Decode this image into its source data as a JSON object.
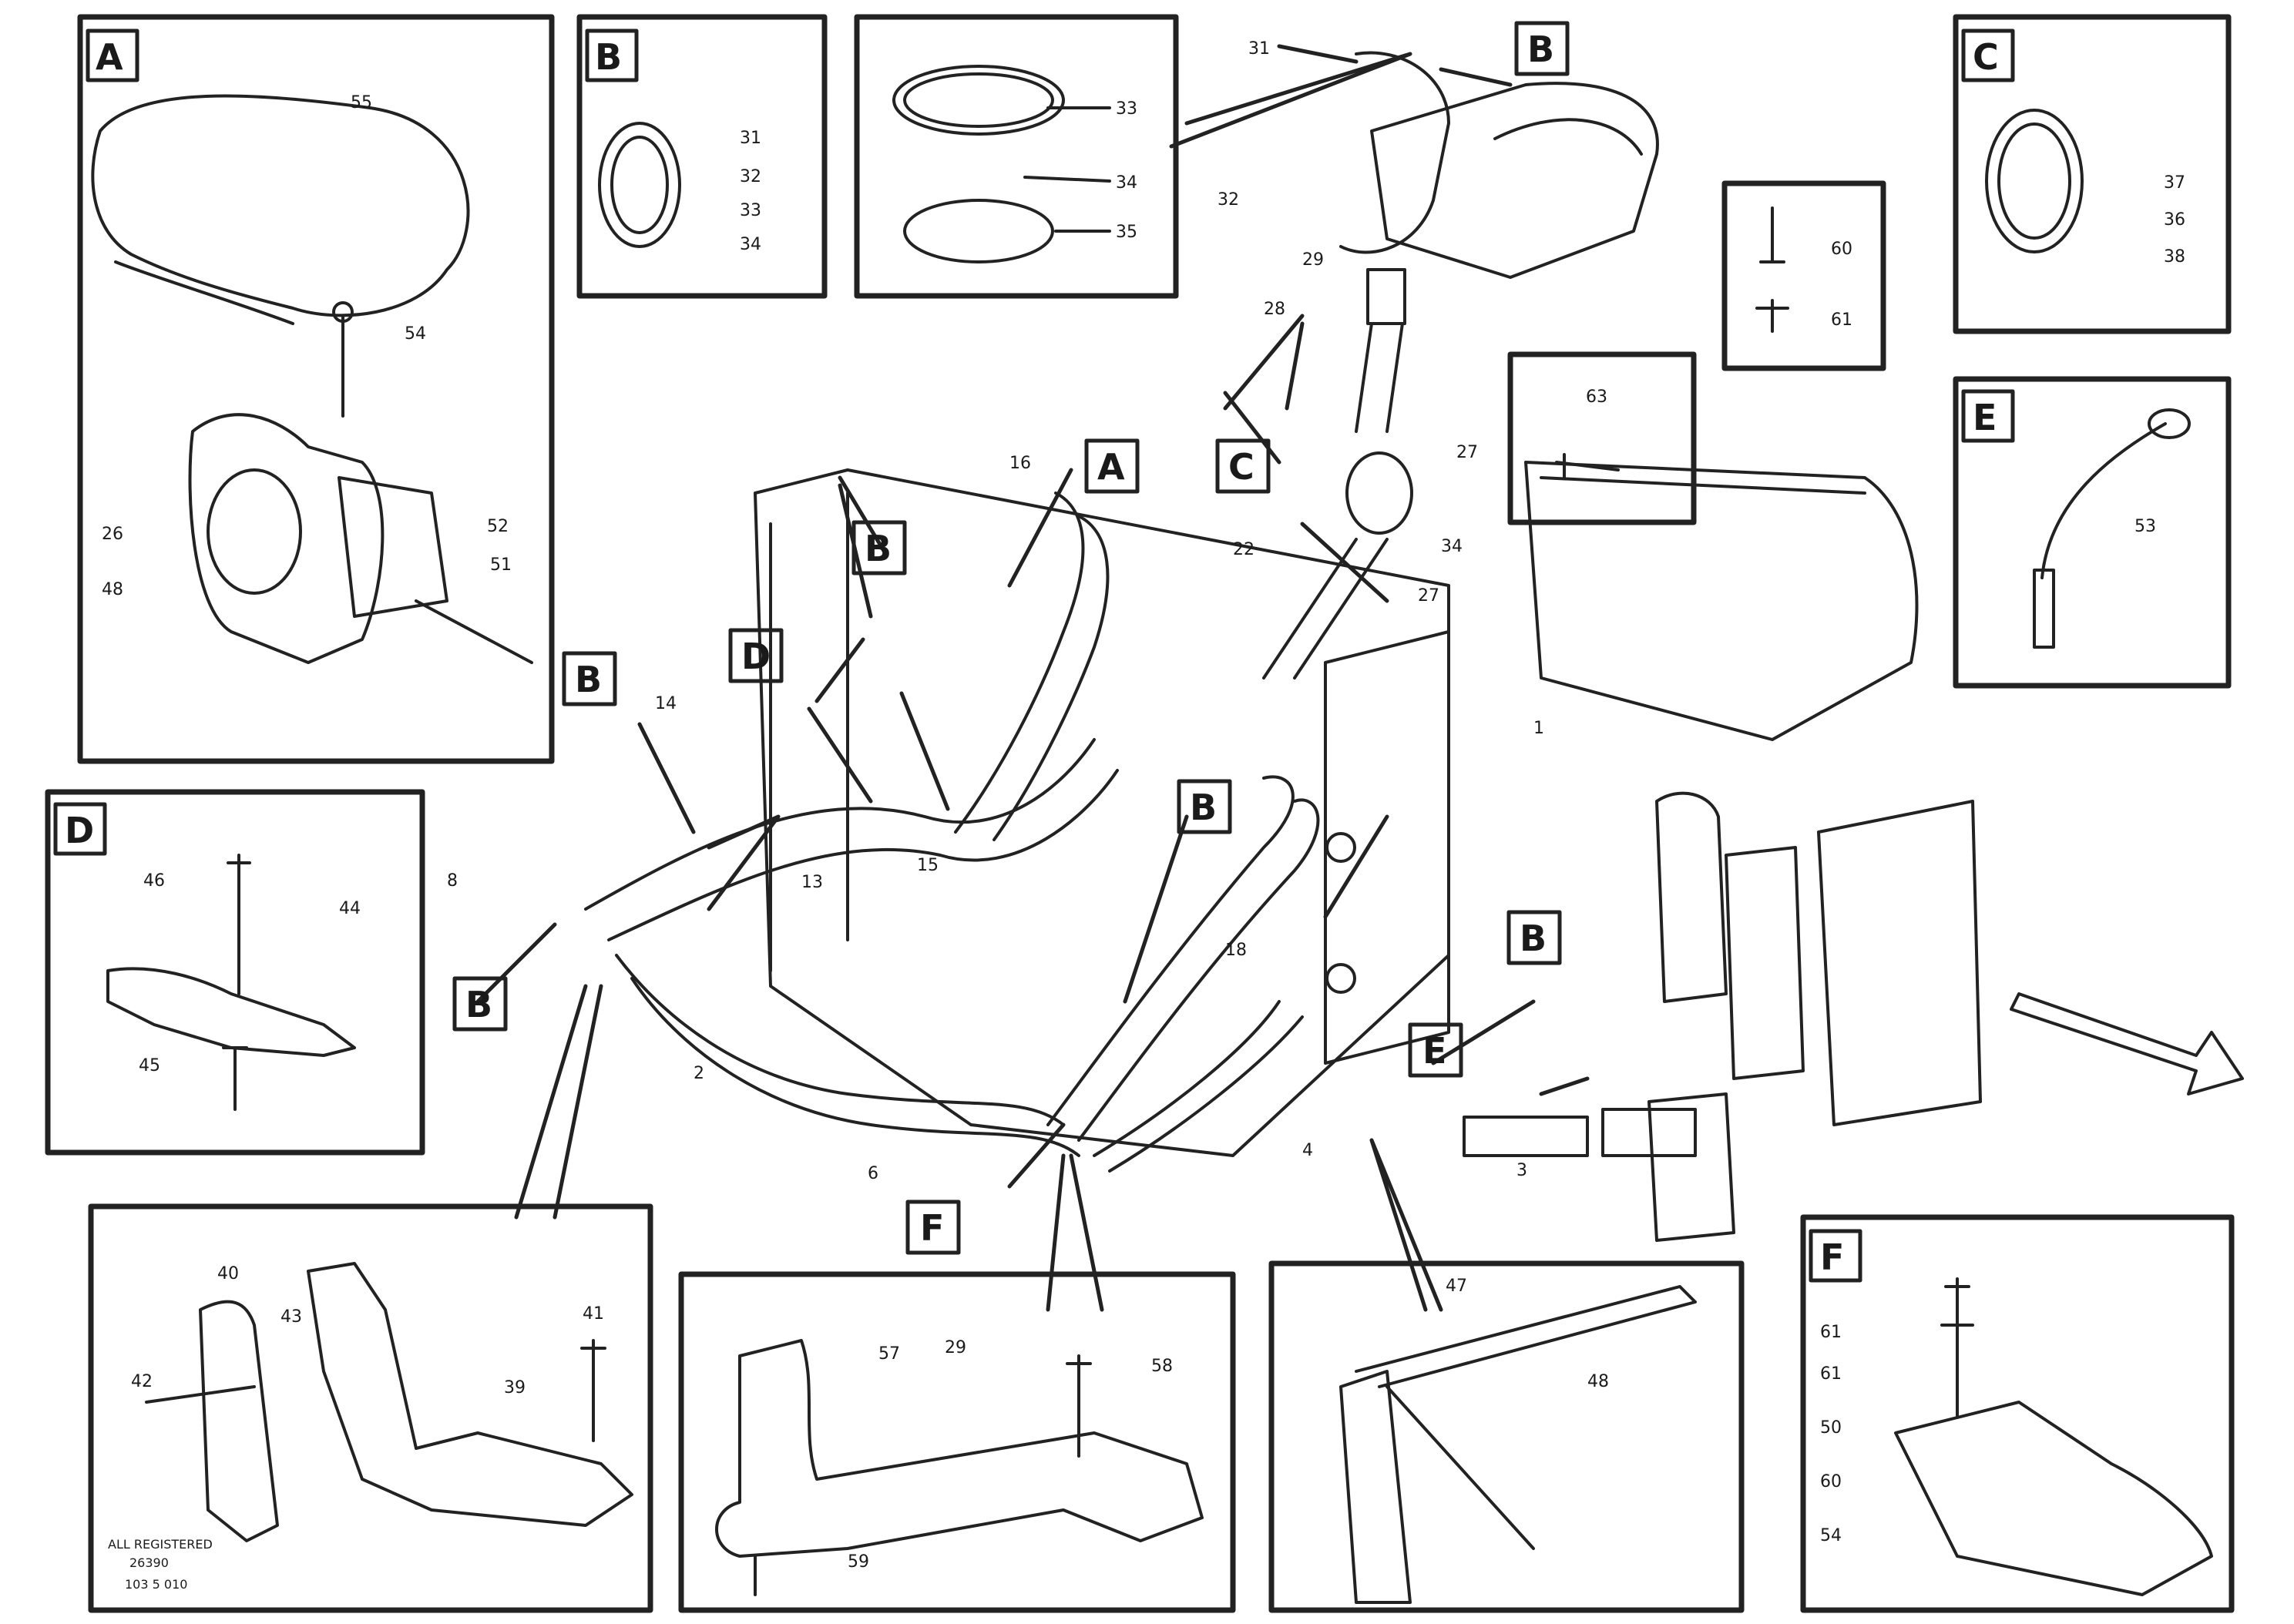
{
  "diagram": {
    "callouts": {
      "A": "A",
      "B": "B",
      "C": "C",
      "D": "D",
      "E": "E",
      "F": "F"
    },
    "panel_A": {
      "labels": [
        "55",
        "54",
        "26",
        "48",
        "52",
        "51"
      ]
    },
    "panel_B": {
      "labels": [
        "31",
        "32",
        "33",
        "34"
      ]
    },
    "panel_33": {
      "labels": [
        "33",
        "34",
        "35"
      ]
    },
    "panel_C": {
      "labels": [
        "37",
        "36",
        "38"
      ]
    },
    "panel_E": {
      "labels": [
        "53"
      ]
    },
    "panel_D": {
      "labels": [
        "46",
        "44",
        "45"
      ]
    },
    "panel_F": {
      "labels": [
        "61",
        "61",
        "50",
        "60",
        "54"
      ]
    },
    "panel_inset_60": {
      "labels": [
        "60",
        "61"
      ]
    },
    "panel_inset_63": {
      "labels": [
        "63"
      ]
    },
    "panel_bottom_left": {
      "labels": [
        "40",
        "43",
        "42",
        "41",
        "39"
      ],
      "stamp": [
        "ALL REGISTERED",
        "26390",
        "103 5 010"
      ]
    },
    "panel_bottom_mid": {
      "labels": [
        "57",
        "29",
        "58",
        "59"
      ]
    },
    "panel_bottom_right": {
      "labels": [
        "47",
        "48"
      ]
    },
    "main_labels": [
      "31",
      "32",
      "29",
      "28",
      "27",
      "34",
      "27",
      "22",
      "16",
      "14",
      "13",
      "15",
      "18",
      "1",
      "2",
      "8",
      "6",
      "4",
      "3"
    ]
  }
}
